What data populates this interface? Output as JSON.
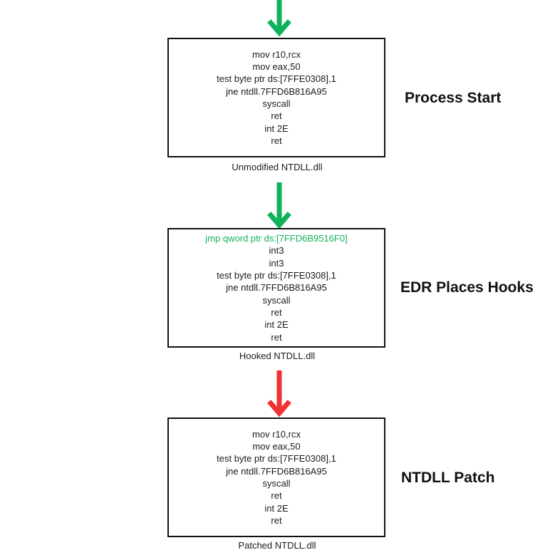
{
  "colors": {
    "arrow_green": "#0db25b",
    "arrow_red": "#ef3131",
    "hook_text": "#16b05a"
  },
  "stages": [
    {
      "label": "Process Start",
      "caption": "Unmodified NTDLL.dll",
      "arrow": "green",
      "lines": [
        {
          "text": "mov r10,rcx",
          "hook": false
        },
        {
          "text": "mov eax,50",
          "hook": false
        },
        {
          "text": "test byte ptr ds:[7FFE0308],1",
          "hook": false
        },
        {
          "text": "jne ntdll.7FFD6B816A95",
          "hook": false
        },
        {
          "text": "syscall",
          "hook": false
        },
        {
          "text": "ret",
          "hook": false
        },
        {
          "text": "int 2E",
          "hook": false
        },
        {
          "text": "ret",
          "hook": false
        }
      ]
    },
    {
      "label": "EDR Places Hooks",
      "caption": "Hooked NTDLL.dll",
      "arrow": "green",
      "lines": [
        {
          "text": "jmp qword ptr ds:[7FFD6B9516F0]",
          "hook": true
        },
        {
          "text": "int3",
          "hook": false
        },
        {
          "text": "int3",
          "hook": false
        },
        {
          "text": "test byte ptr ds:[7FFE0308],1",
          "hook": false
        },
        {
          "text": "jne ntdll.7FFD6B816A95",
          "hook": false
        },
        {
          "text": "syscall",
          "hook": false
        },
        {
          "text": "ret",
          "hook": false
        },
        {
          "text": "int 2E",
          "hook": false
        },
        {
          "text": "ret",
          "hook": false
        }
      ]
    },
    {
      "label": "NTDLL Patch",
      "caption": "Patched NTDLL.dll",
      "arrow": "red",
      "lines": [
        {
          "text": "mov r10,rcx",
          "hook": false
        },
        {
          "text": "mov eax,50",
          "hook": false
        },
        {
          "text": "test byte ptr ds:[7FFE0308],1",
          "hook": false
        },
        {
          "text": "jne ntdll.7FFD6B816A95",
          "hook": false
        },
        {
          "text": "syscall",
          "hook": false
        },
        {
          "text": "ret",
          "hook": false
        },
        {
          "text": "int 2E",
          "hook": false
        },
        {
          "text": "ret",
          "hook": false
        }
      ]
    }
  ]
}
